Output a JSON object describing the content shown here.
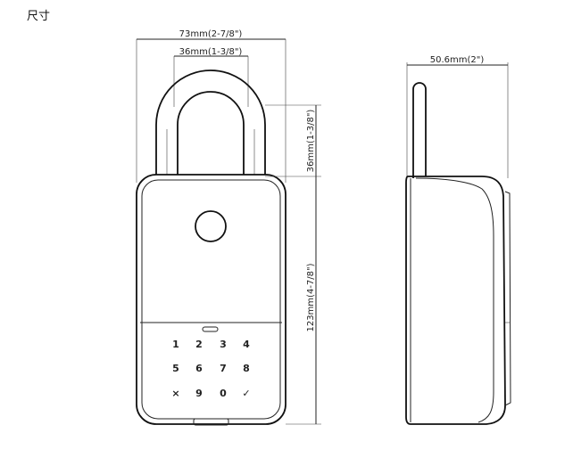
{
  "title": "尺寸",
  "dimensions": {
    "width": "73mm(2-7/8\")",
    "shackle_width": "36mm(1-3/8\")",
    "shackle_height": "36mm(1-3/8\")",
    "height": "123mm(4-7/8\")",
    "depth": "50.6mm(2\")"
  },
  "keypad": {
    "row1": [
      "1",
      "2",
      "3",
      "4"
    ],
    "row2": [
      "5",
      "6",
      "7",
      "8"
    ],
    "row3": [
      "×",
      "9",
      "0",
      "✓"
    ]
  }
}
